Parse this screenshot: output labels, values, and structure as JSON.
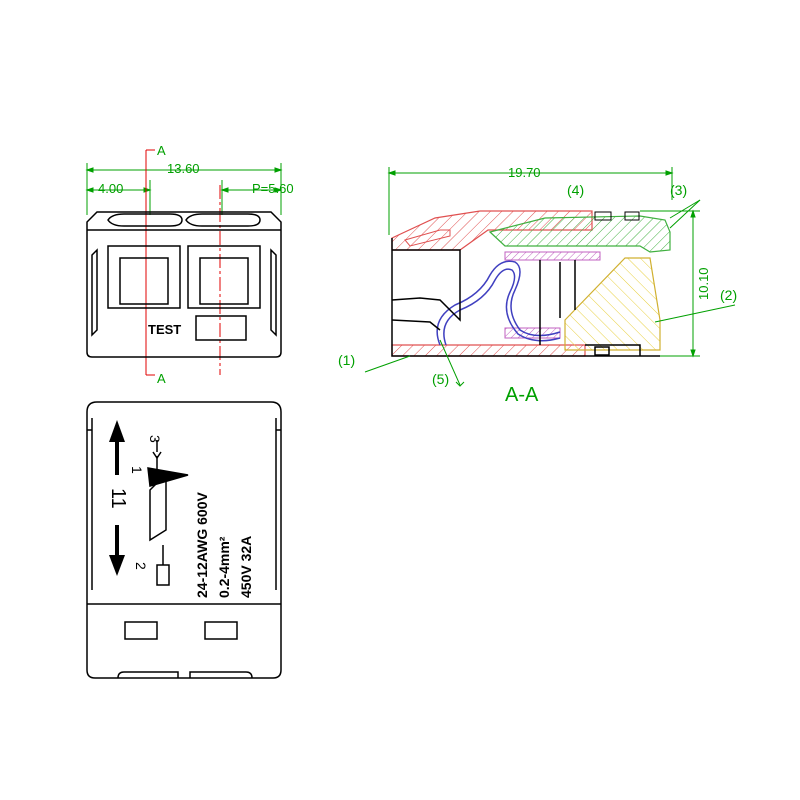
{
  "front_view": {
    "dim_width": "13.60",
    "dim_left": "4.00",
    "dim_pitch": "P=5.60",
    "section_mark_top": "A",
    "section_mark_bottom": "A",
    "test_label": "TEST"
  },
  "section_view": {
    "dim_length": "19.70",
    "dim_height": "10.10",
    "callout_1": "(1)",
    "callout_2": "(2)",
    "callout_3": "(3)",
    "callout_4": "(4)",
    "callout_5": "(5)",
    "title": "A-A"
  },
  "top_view": {
    "strip_length": "11",
    "step_1": "1",
    "step_2": "2",
    "step_3": "3",
    "spec_line_1": "24-12AWG 600V",
    "spec_line_2": "0.2-4mm²",
    "spec_line_3": "450V 32A"
  },
  "colors": {
    "outline": "#000000",
    "dimension": "#00a000",
    "center_line": "#e00000",
    "housing_red": "#e05050",
    "lever_green": "#40b040",
    "body_yellow": "#e8d040",
    "spring_blue": "#4040c0",
    "busbar_purple": "#c060c0"
  }
}
